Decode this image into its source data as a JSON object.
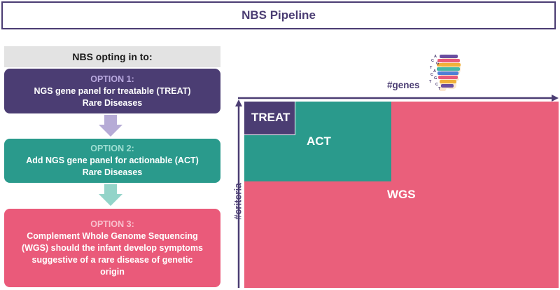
{
  "title": "NBS Pipeline",
  "options_header": "NBS opting in to:",
  "options": [
    {
      "head": "OPTION 1:",
      "line1": "NGS gene panel for treatable (TREAT)",
      "line2": "Rare Diseases",
      "line3": "",
      "line4": ""
    },
    {
      "head": "OPTION 2:",
      "line1": "Add NGS gene panel for actionable (ACT)",
      "line2": "Rare Diseases",
      "line3": "",
      "line4": ""
    },
    {
      "head": "OPTION 3:",
      "line1": "Complement Whole Genome Sequencing",
      "line2": "(WGS) should the infant develop symptoms",
      "line3": "suggestive of a rare disease of genetic",
      "line4": "origin"
    }
  ],
  "diagram": {
    "x_axis_label": "#genes",
    "y_axis_label": "#criteria",
    "regions": {
      "treat": "TREAT",
      "act": "ACT",
      "wgs": "WGS"
    },
    "dna_letters": [
      "A",
      "C",
      "G",
      "T",
      "A",
      "C",
      "G",
      "T",
      "C",
      "T"
    ]
  },
  "colors": {
    "purple": "#4b3d73",
    "teal": "#2a9a8c",
    "pink": "#ea5a7a"
  }
}
